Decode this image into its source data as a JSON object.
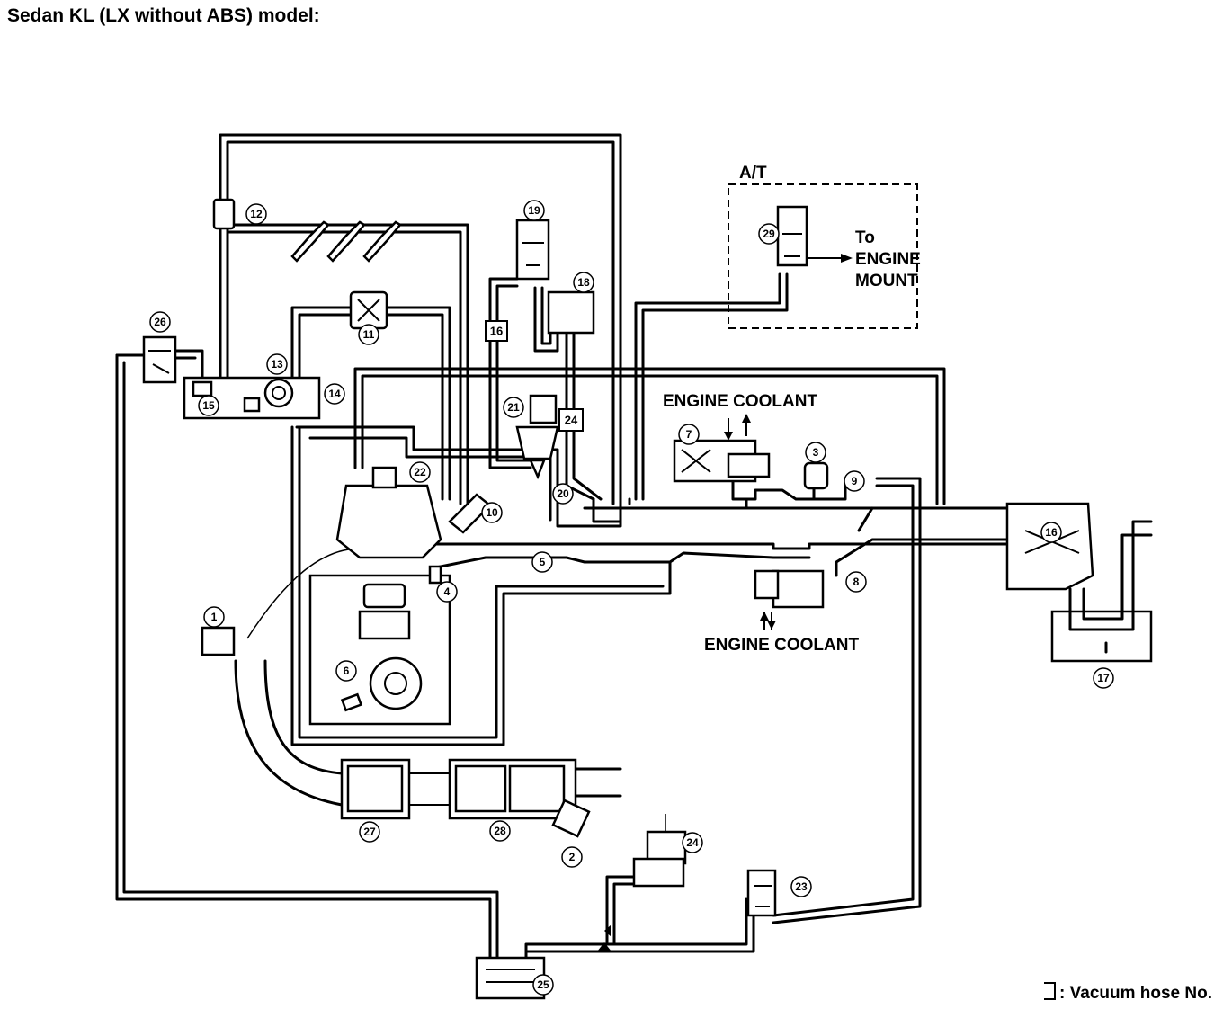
{
  "title": "Sedan KL (LX without ABS) model:",
  "labels": {
    "at": "A/T",
    "to": "To",
    "engine": "ENGINE",
    "mount": "MOUNT",
    "coolant_top": "ENGINE COOLANT",
    "coolant_bottom": "ENGINE COOLANT"
  },
  "legend": ": Vacuum hose No.",
  "callouts": [
    "1",
    "2",
    "3",
    "4",
    "5",
    "6",
    "7",
    "8",
    "9",
    "10",
    "11",
    "12",
    "13",
    "14",
    "15",
    "16",
    "17",
    "18",
    "19",
    "20",
    "21",
    "22",
    "23",
    "24",
    "25",
    "26",
    "27",
    "28",
    "29",
    "24"
  ],
  "hose_numbers": [
    "16",
    "24"
  ]
}
